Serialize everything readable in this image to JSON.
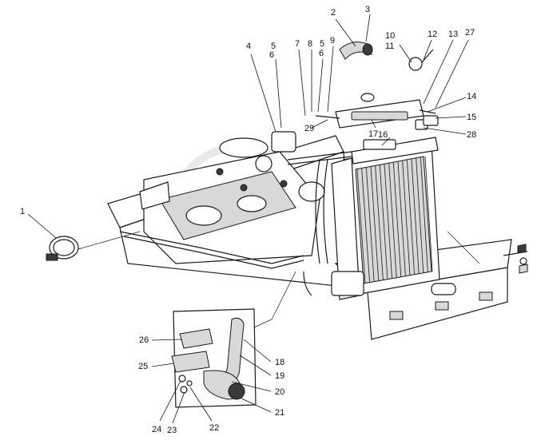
{
  "callouts": [
    {
      "id": "c1",
      "text": "1"
    },
    {
      "id": "c2",
      "text": "2"
    },
    {
      "id": "c3",
      "text": "3"
    },
    {
      "id": "c4",
      "text": "4"
    },
    {
      "id": "c5a",
      "text": "5"
    },
    {
      "id": "c6a",
      "text": "6"
    },
    {
      "id": "c7",
      "text": "7"
    },
    {
      "id": "c8",
      "text": "8"
    },
    {
      "id": "c5b",
      "text": "5"
    },
    {
      "id": "c6b",
      "text": "6"
    },
    {
      "id": "c9",
      "text": "9"
    },
    {
      "id": "c10",
      "text": "10"
    },
    {
      "id": "c11",
      "text": "11"
    },
    {
      "id": "c12",
      "text": "12"
    },
    {
      "id": "c13",
      "text": "13"
    },
    {
      "id": "c27",
      "text": "27"
    },
    {
      "id": "c14",
      "text": "14"
    },
    {
      "id": "c15",
      "text": "15"
    },
    {
      "id": "c28",
      "text": "28"
    },
    {
      "id": "c29",
      "text": "29"
    },
    {
      "id": "c16",
      "text": "16"
    },
    {
      "id": "c17",
      "text": "17"
    },
    {
      "id": "c18",
      "text": "18"
    },
    {
      "id": "c19",
      "text": "19"
    },
    {
      "id": "c20",
      "text": "20"
    },
    {
      "id": "c21",
      "text": "21"
    },
    {
      "id": "c22",
      "text": "22"
    },
    {
      "id": "c23",
      "text": "23"
    },
    {
      "id": "c24",
      "text": "24"
    },
    {
      "id": "c25",
      "text": "25"
    },
    {
      "id": "c26",
      "text": "26"
    }
  ]
}
